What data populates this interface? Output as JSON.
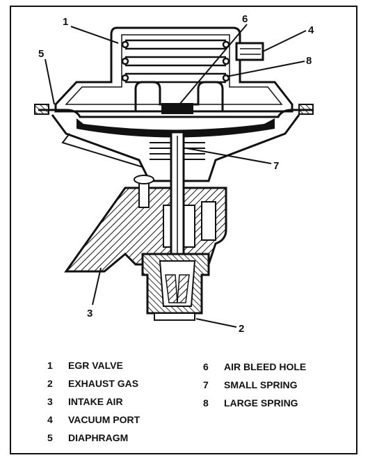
{
  "callouts": {
    "c1": "1",
    "c2": "2",
    "c3": "3",
    "c4": "4",
    "c5": "5",
    "c6": "6",
    "c7": "7",
    "c8": "8"
  },
  "legend": [
    {
      "num": "1",
      "label": "EGR VALVE"
    },
    {
      "num": "2",
      "label": "EXHAUST GAS"
    },
    {
      "num": "3",
      "label": "INTAKE AIR"
    },
    {
      "num": "4",
      "label": "VACUUM PORT"
    },
    {
      "num": "5",
      "label": "DIAPHRAGM"
    },
    {
      "num": "6",
      "label": "AIR BLEED HOLE"
    },
    {
      "num": "7",
      "label": "SMALL SPRING"
    },
    {
      "num": "8",
      "label": "LARGE SPRING"
    }
  ]
}
